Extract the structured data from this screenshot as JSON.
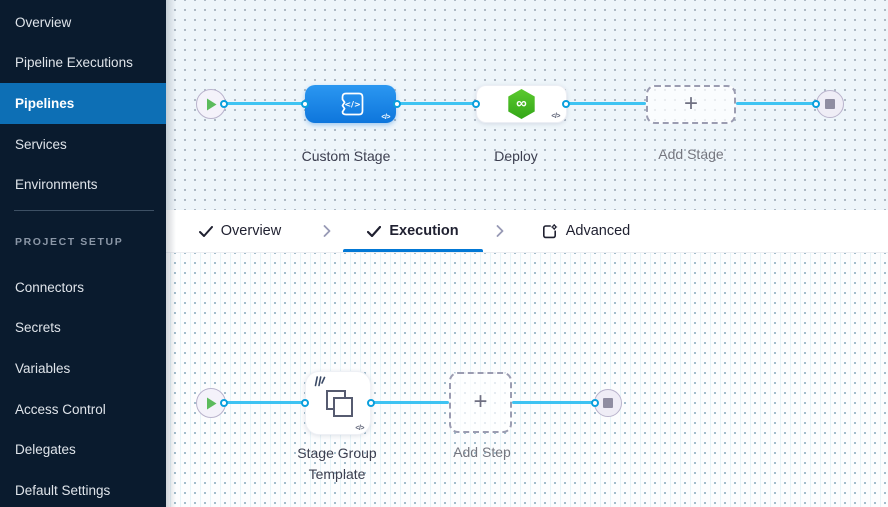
{
  "sidebar": {
    "items": [
      {
        "label": "Overview",
        "active": false
      },
      {
        "label": "Pipeline Executions",
        "active": false
      },
      {
        "label": "Pipelines",
        "active": true
      },
      {
        "label": "Services",
        "active": false
      },
      {
        "label": "Environments",
        "active": false
      }
    ],
    "section_label": "PROJECT SETUP",
    "setup_items": [
      {
        "label": "Connectors"
      },
      {
        "label": "Secrets"
      },
      {
        "label": "Variables"
      },
      {
        "label": "Access Control"
      },
      {
        "label": "Delegates"
      },
      {
        "label": "Default Settings"
      }
    ]
  },
  "tab_bar": {
    "tabs": [
      {
        "label": "Overview",
        "state": "completed"
      },
      {
        "label": "Execution",
        "state": "active"
      },
      {
        "label": "Advanced",
        "state": "default"
      }
    ]
  },
  "stage_canvas": {
    "nodes": [
      {
        "label": "Custom Stage",
        "type": "custom-stage",
        "code_badge": "</>"
      },
      {
        "label": "Deploy",
        "type": "deploy-stage",
        "code_badge": "</>",
        "icon_glyph": "∞"
      },
      {
        "label": "Add Stage",
        "type": "add-stage",
        "plus": "+"
      }
    ]
  },
  "execution_canvas": {
    "nodes": [
      {
        "label": "Stage Group Template",
        "type": "stage-group-template",
        "code_badge": "</>"
      },
      {
        "label": "Add Step",
        "type": "add-step",
        "plus": "+"
      }
    ]
  },
  "colors": {
    "sidebar_bg": "#0a1b2e",
    "active_nav_bg": "#0d6fb5",
    "accent_blue": "#0278d5",
    "connector_line": "#3ec3f2",
    "connector_dot_ring": "#0a9fdd",
    "stage_blue": "#168ae8",
    "deploy_green": "#44b922",
    "play_green": "#5cbb5c",
    "canvas_top_bg": "#eef5fa",
    "canvas_bottom_bg": "#fcfdfe"
  }
}
